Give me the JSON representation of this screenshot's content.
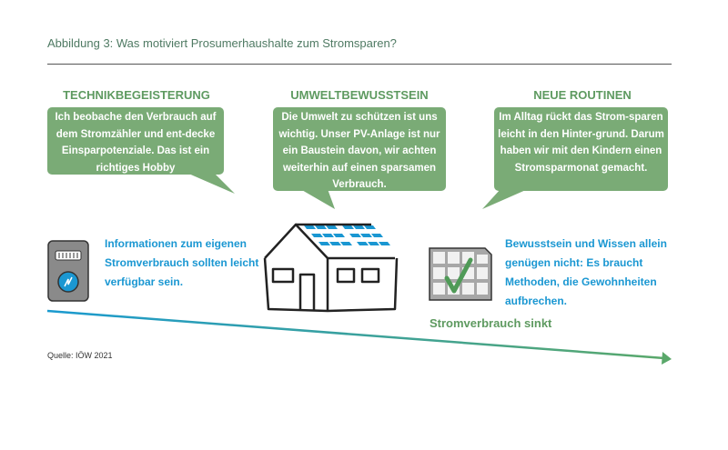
{
  "title": "Abbildung 3: Was motiviert Prosumerhaushalte zum Stromsparen?",
  "columns": [
    {
      "heading": "TECHNIKBEGEISTERUNG",
      "quote": "Ich beobache den Verbrauch auf dem Stromzähler und ent-decke Einsparpotenziale. Das ist ein richtiges Hobby"
    },
    {
      "heading": "UMWELTBEWUSSTSEIN",
      "quote": "Die Umwelt zu schützen ist uns wichtig. Unser PV-Anlage ist nur ein Baustein davon, wir achten weiterhin auf einen sparsamen Verbrauch."
    },
    {
      "heading": "NEUE ROUTINEN",
      "quote": "Im Alltag rückt das Strom-sparen leicht in den Hinter-grund. Darum haben wir mit den Kindern einen Stromsparmonat  gemacht."
    }
  ],
  "insights": [
    "Informationen zum eigenen Stromverbrauch sollten leicht verfügbar sein.",
    "Bewusstsein und Wissen allein genügen nicht: Es braucht Methoden, die Gewohnheiten aufbrechen."
  ],
  "trend_label": "Stromverbrauch sinkt",
  "source": "Quelle: IÖW 2021",
  "colors": {
    "green": "#7aab76",
    "heading_green": "#5e9a60",
    "blue": "#1a97d2"
  }
}
